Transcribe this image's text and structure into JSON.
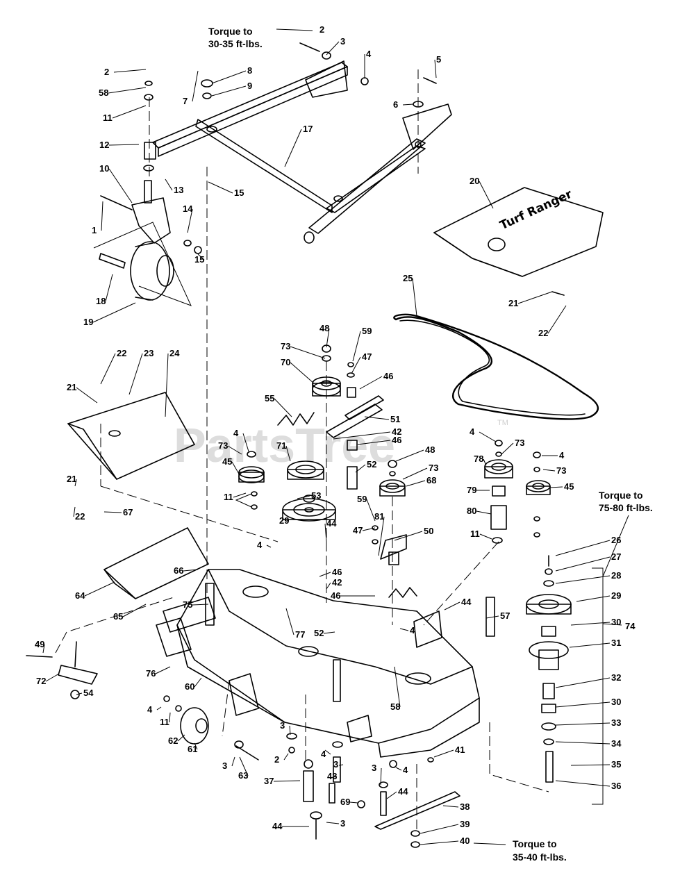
{
  "watermark": {
    "text": "PartsTree",
    "tm": "TM"
  },
  "hood_logo": "Turf Ranger",
  "notes": {
    "torque_top_1": "Torque to",
    "torque_top_2": "30-35 ft-lbs.",
    "torque_right_1": "Torque to",
    "torque_right_2": "75-80 ft-lbs.",
    "torque_bottom_1": "Torque to",
    "torque_bottom_2": "35-40 ft-lbs."
  },
  "callouts": [
    "2",
    "3",
    "4",
    "5",
    "2",
    "58",
    "11",
    "8",
    "9",
    "7",
    "6",
    "12",
    "13",
    "10",
    "1",
    "14",
    "15",
    "15",
    "17",
    "20",
    "18",
    "19",
    "25",
    "21",
    "22",
    "48",
    "59",
    "73",
    "47",
    "70",
    "46",
    "22",
    "23",
    "24",
    "21",
    "55",
    "51",
    "42",
    "46",
    "4",
    "73",
    "71",
    "45",
    "52",
    "48",
    "73",
    "78",
    "4",
    "73",
    "73",
    "68",
    "4",
    "45",
    "21",
    "22",
    "67",
    "11",
    "53",
    "59",
    "79",
    "29",
    "47",
    "80",
    "11",
    "44",
    "50",
    "4",
    "46",
    "81",
    "42",
    "46",
    "66",
    "64",
    "75",
    "65",
    "77",
    "52",
    "44",
    "57",
    "4",
    "76",
    "60",
    "58",
    "49",
    "72",
    "54",
    "4",
    "11",
    "62",
    "61",
    "3",
    "2",
    "3",
    "63",
    "4",
    "3",
    "43",
    "37",
    "69",
    "3",
    "4",
    "44",
    "41",
    "38",
    "44",
    "3",
    "39",
    "40",
    "26",
    "27",
    "28",
    "29",
    "30",
    "31",
    "74",
    "32",
    "30",
    "33",
    "34",
    "35",
    "36"
  ]
}
